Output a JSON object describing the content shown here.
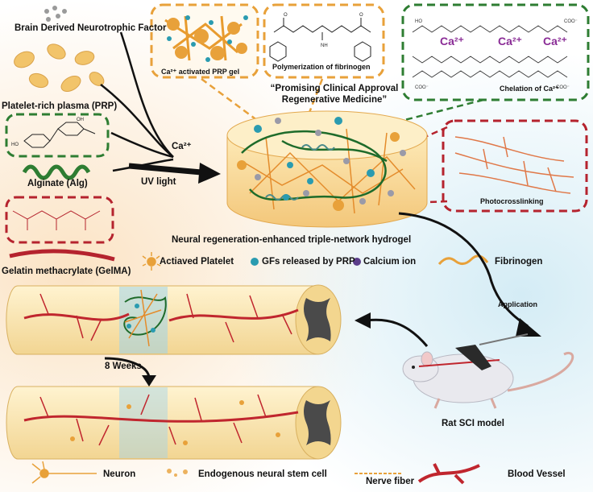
{
  "inputs": {
    "bdnf": "Brain Derived Neurotrophic Factor",
    "prp": "Platelet-rich plasma (PRP)",
    "alginate": "Alginate (Alg)",
    "gelma": "Gelatin methacrylate (GelMA)"
  },
  "conditions": {
    "ca": "Ca²⁺",
    "uv": "UV light"
  },
  "panels": {
    "prp_gel": "Ca²⁺ activated PRP gel",
    "polymerization": "Polymerization of fibrinogen",
    "chelation": "Chelation of Ca²⁺",
    "chelation_ion": "Ca²⁺",
    "photocrosslinking": "Photocrosslinking"
  },
  "quote": {
    "line1": "“Promising Clinical Approval",
    "line2": "Regenerative Medicine”"
  },
  "hydrogel_title": "Neural regeneration-enhanced triple-network hydrogel",
  "legend_top": {
    "platelet": "Actiaved Platelet",
    "gf": "GFs released by PRP",
    "calcium": "Calcium ion",
    "fibrinogen": "Fibrinogen"
  },
  "application": "Application",
  "rat_model": "Rat SCI model",
  "weeks": "8 Weeks",
  "legend_bottom": {
    "neuron": "Neuron",
    "stem_cell": "Endogenous neural stem cell",
    "nerve_fiber": "Nerve fiber",
    "vessel": "Blood Vessel"
  },
  "colors": {
    "green": "#2e7d32",
    "orange": "#e8a13a",
    "red": "#b5232e",
    "teal": "#2a9bb0",
    "purple": "#5b3d8a"
  }
}
